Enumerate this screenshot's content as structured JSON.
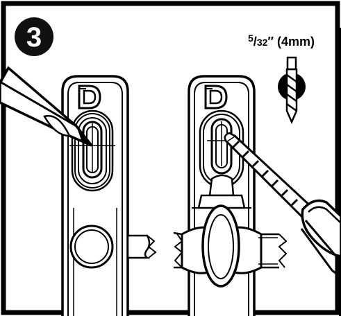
{
  "step": {
    "number": "3"
  },
  "drill_bit": {
    "size_numerator": "5",
    "size_denominator": "32",
    "size_inch_mark": "″",
    "size_metric": "(4mm)"
  },
  "brand_logo": {
    "letter": "D"
  },
  "icons": {
    "step_badge": "number-badge-icon",
    "pencil": "pencil-icon",
    "drill": "drill-icon",
    "drill_bit_symbol": "drill-bit-icon"
  },
  "colors": {
    "ink": "#000000",
    "paper": "#ffffff",
    "badge_fill": "#111111"
  }
}
